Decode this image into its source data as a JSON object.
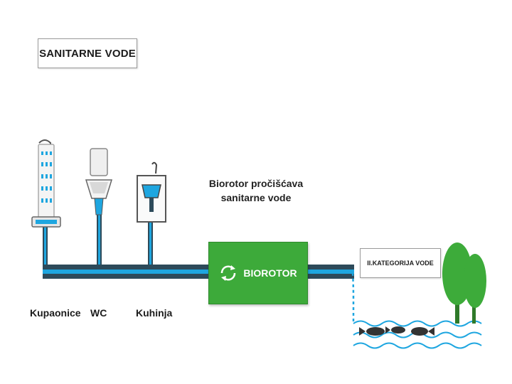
{
  "header": {
    "title": "SANITARNE VODE"
  },
  "process_note": {
    "line1": "Biorotor pročišćava",
    "line2": "sanitarne vode"
  },
  "fixtures": [
    {
      "label": "Kupaonice",
      "icon": "shower-icon"
    },
    {
      "label": "WC",
      "icon": "toilet-icon"
    },
    {
      "label": "Kuhinja",
      "icon": "kitchen-sink-icon"
    }
  ],
  "treatment_unit": {
    "label": "BIOROTOR",
    "icon": "recycle-arrows-icon"
  },
  "outflow": {
    "label": "II.KATEGORIJA VODE"
  },
  "colors": {
    "pipe_dark": "#2d4a5a",
    "water_blue": "#1ea6e0",
    "biorotor_green": "#3daa3a",
    "tree_green": "#3dab3a"
  }
}
